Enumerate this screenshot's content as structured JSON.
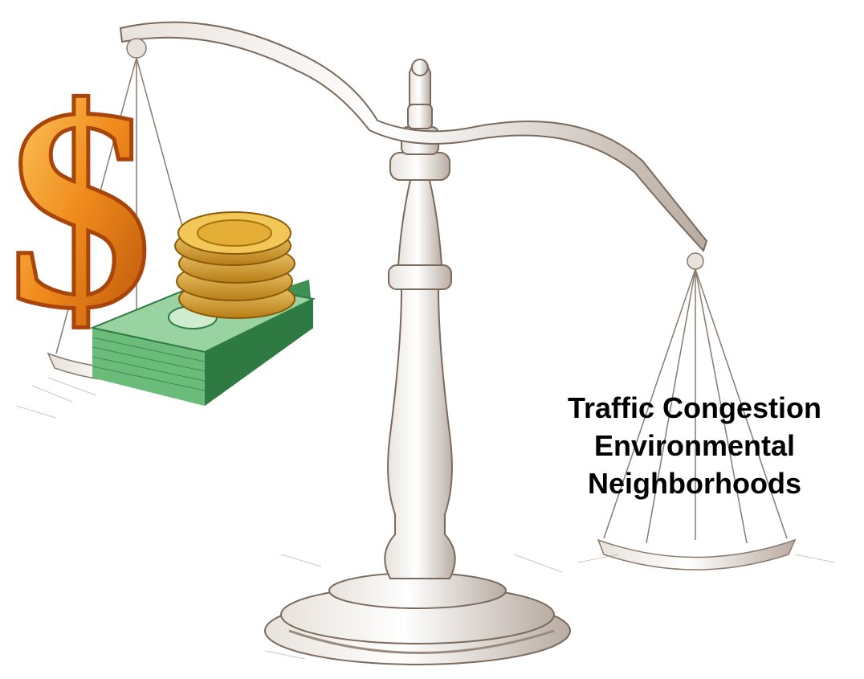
{
  "image": {
    "left_pan": {
      "contents": [
        "dollar-sign-icon",
        "gold-coins-stack",
        "cash-banknote-stack"
      ]
    },
    "right_pan": {
      "labels": [
        "Traffic Congestion",
        "Environmental",
        "Neighborhoods"
      ]
    }
  },
  "colors": {
    "background": "#ffffff",
    "sketch": "#7a6a5e",
    "dollar_orange": "#f08a1c",
    "coin_gold": "#d9a22a",
    "cash_green": "#5fae6e",
    "text": "#000000"
  }
}
